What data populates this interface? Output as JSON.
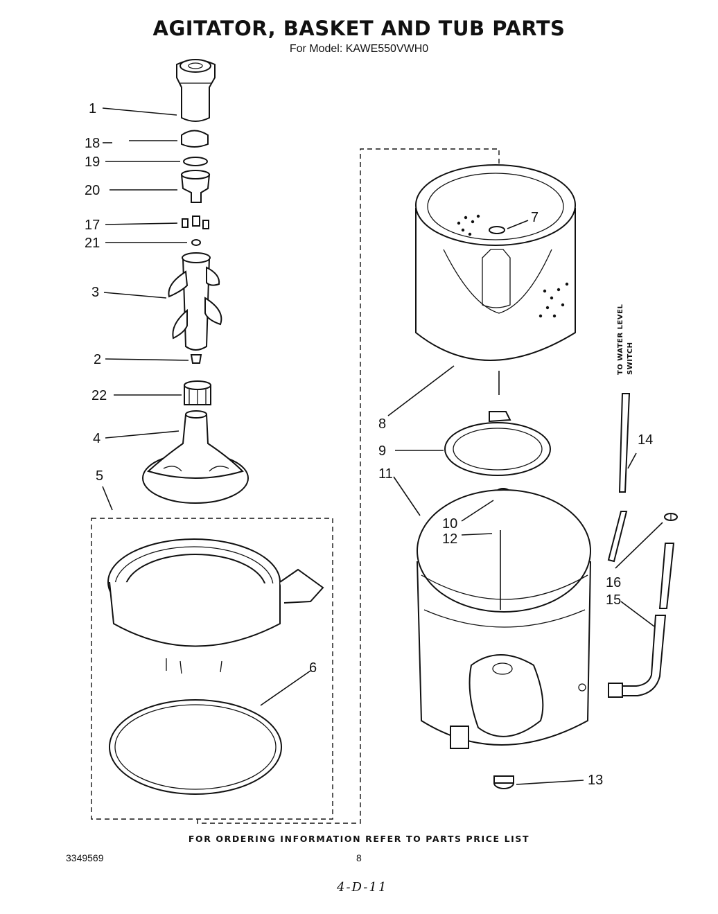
{
  "header": {
    "title": "AGITATOR, BASKET AND TUB PARTS",
    "subtitle": "For Model: KAWE550VWH0"
  },
  "side_note": {
    "line1": "TO WATER LEVEL",
    "line2": "SWITCH"
  },
  "callouts": {
    "c1": "1",
    "c2": "2",
    "c3": "3",
    "c4": "4",
    "c5": "5",
    "c6": "6",
    "c7": "7",
    "c8": "8",
    "c9": "9",
    "c10": "10",
    "c11": "11",
    "c12": "12",
    "c13": "13",
    "c14": "14",
    "c15": "15",
    "c16": "16",
    "c17": "17",
    "c18": "18",
    "c19": "19",
    "c20": "20",
    "c21": "21",
    "c22": "22"
  },
  "footer": {
    "ordering_note": "FOR ORDERING INFORMATION REFER TO PARTS PRICE LIST",
    "doc_number": "3349569",
    "page_number": "8",
    "handwritten": "4-D-11"
  }
}
